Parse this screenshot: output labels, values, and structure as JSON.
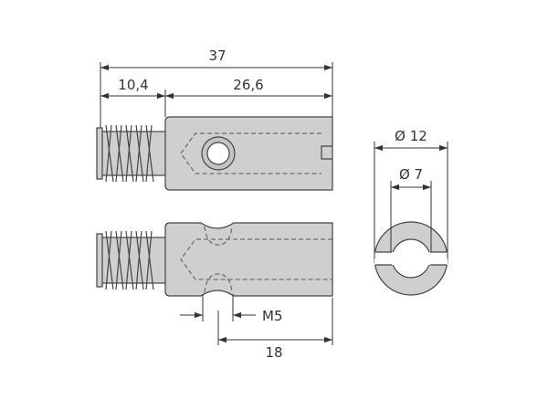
{
  "dimensions": {
    "overall_length": "37",
    "thread_length": "10,4",
    "body_length": "26,6",
    "thread_size": "M5",
    "hole_offset": "18",
    "outer_diameter": "Ø 12",
    "inner_diameter": "Ø 7"
  },
  "colors": {
    "part_fill": "#cfcfd0",
    "outline": "#444444",
    "dimension": "#333333"
  }
}
